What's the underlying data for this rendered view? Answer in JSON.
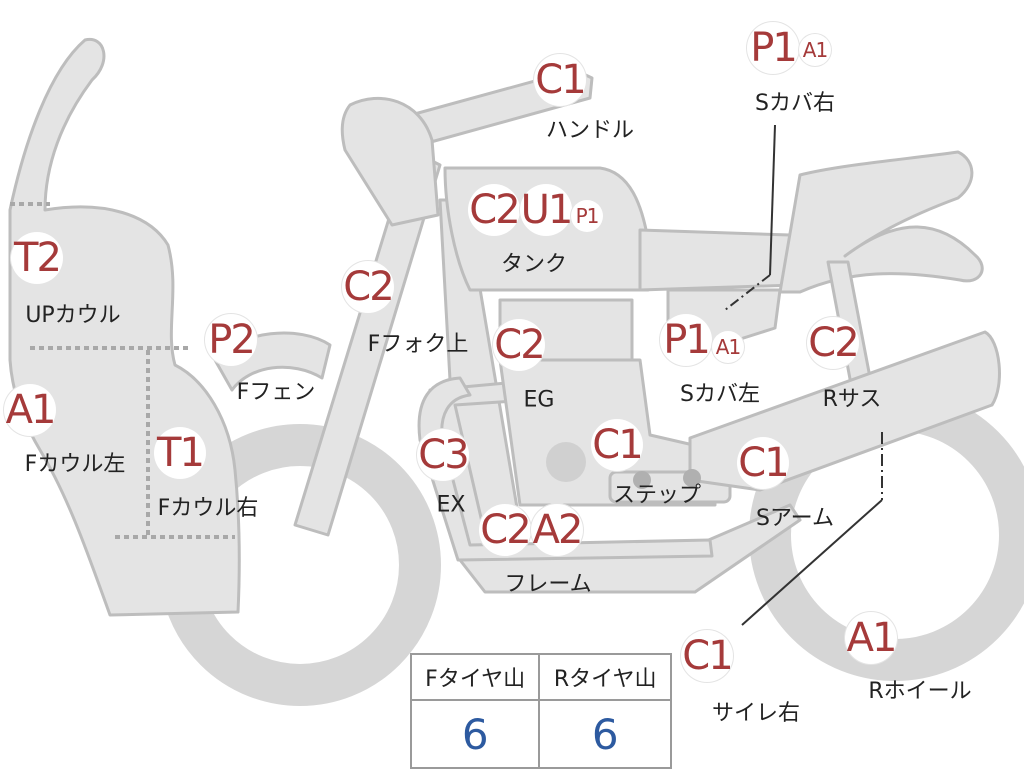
{
  "colors": {
    "part_fill": "#e4e4e4",
    "part_stroke": "#bdbdbd",
    "grade_text": "#a53a3a",
    "label_text": "#222222",
    "tire_value": "#2d5aa0"
  },
  "grades": {
    "handle": "C1",
    "side_cover_right_1": "P1",
    "side_cover_right_2": "A1",
    "upper_cowl": "T2",
    "tank_1": "C2",
    "tank_2": "U1",
    "tank_3": "P1",
    "front_fork_upper": "C2",
    "front_fender": "P2",
    "engine": "C2",
    "side_cover_left_1": "P1",
    "side_cover_left_2": "A1",
    "rear_suspension": "C2",
    "front_cowl_left": "A1",
    "front_cowl_right": "T1",
    "exhaust": "C3",
    "step": "C1",
    "swing_arm": "C1",
    "frame_1": "C2",
    "frame_2": "A2",
    "silencer_right": "C1",
    "rear_wheel": "A1"
  },
  "labels": {
    "handle": "ハンドル",
    "side_cover_right": "Sカバ右",
    "upper_cowl": "UPカウル",
    "tank": "タンク",
    "front_fork_upper": "Fフォク上",
    "front_fender": "Fフェン",
    "engine": "EG",
    "side_cover_left": "Sカバ左",
    "rear_suspension": "Rサス",
    "front_cowl_left": "Fカウル左",
    "front_cowl_right": "Fカウル右",
    "exhaust": "EX",
    "step": "ステップ",
    "swing_arm": "Sアーム",
    "frame": "フレーム",
    "silencer_right": "サイレ右",
    "rear_wheel": "Rホイール"
  },
  "tire_table": {
    "front_header": "Fタイヤ山",
    "rear_header": "Rタイヤ山",
    "front_value": "6",
    "rear_value": "6"
  }
}
